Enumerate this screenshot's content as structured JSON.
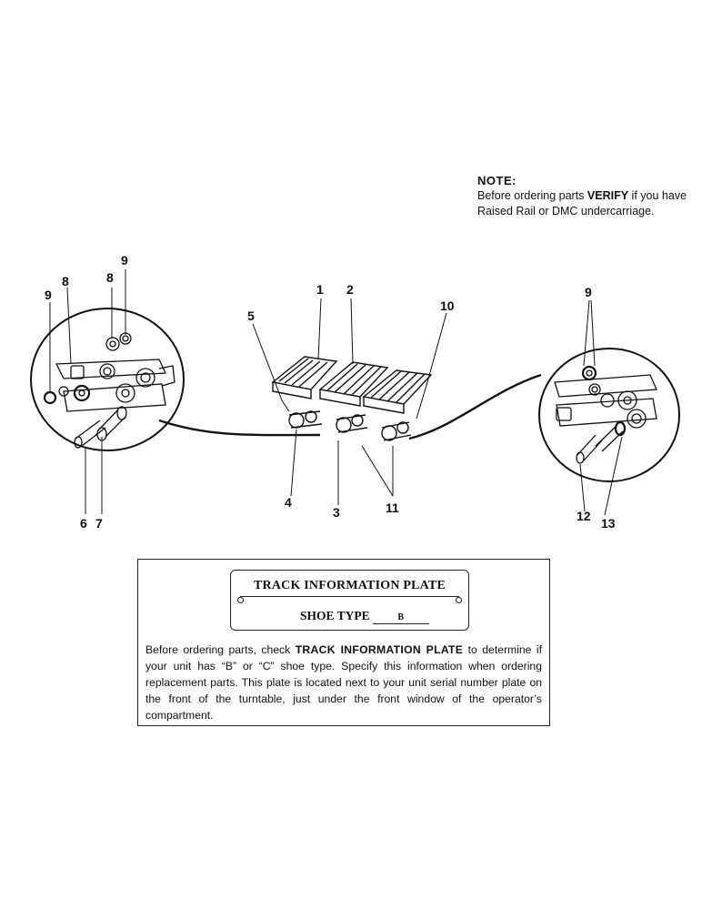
{
  "note": {
    "title": "NOTE:",
    "text_before": "Before ordering parts ",
    "emphasis": "VERIFY",
    "text_after": " if you have Raised Rail or DMC undercarriage."
  },
  "callouts": {
    "left": [
      "9",
      "8",
      "8",
      "9",
      "6",
      "7"
    ],
    "center": [
      "1",
      "2",
      "5",
      "10",
      "4",
      "3",
      "11"
    ],
    "right": [
      "9",
      "12",
      "13"
    ]
  },
  "plate": {
    "title": "TRACK INFORMATION PLATE",
    "shoe_label": "SHOE TYPE",
    "shoe_value": "B"
  },
  "info": {
    "text_before": "Before ordering parts, check ",
    "emphasis": "TRACK INFORMATION PLATE",
    "text_after": " to determine if your unit has “B” or “C” shoe type. Specify this information when ordering replacement parts. This plate is located next to your unit serial number plate on the front of the turntable, just under the front window of the operator’s compartment."
  }
}
